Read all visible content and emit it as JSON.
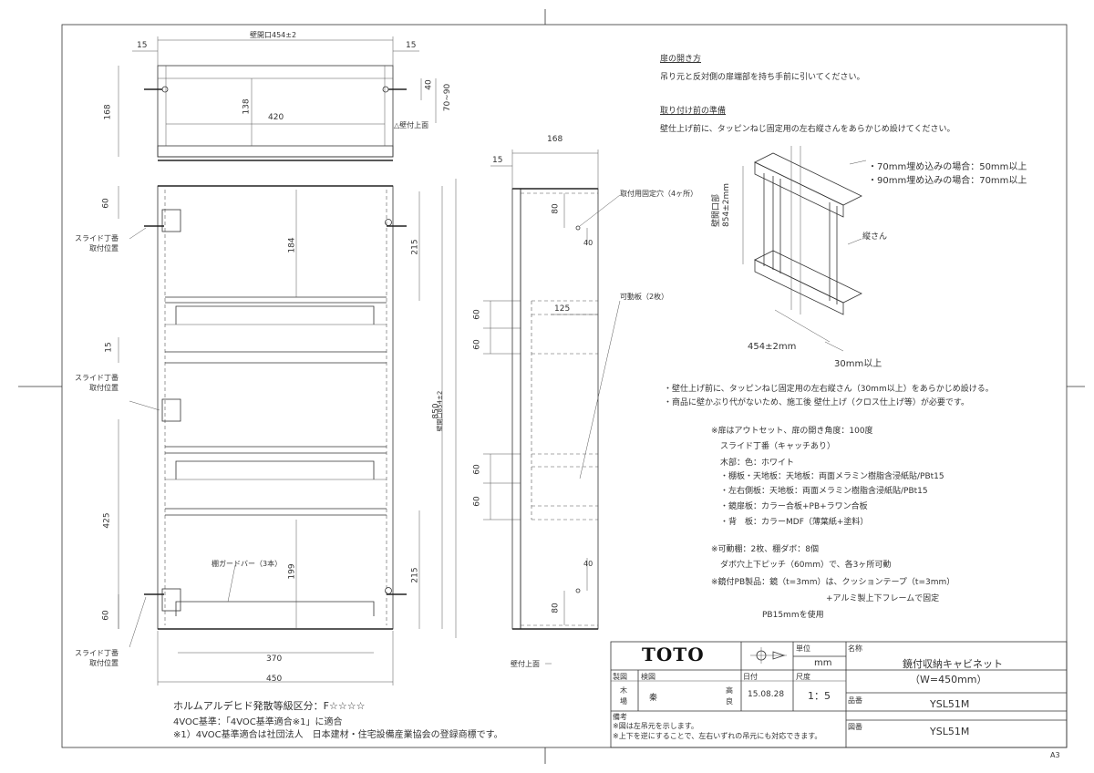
{
  "front_view": {
    "dim_opening_width": "壁開口454±2",
    "dim_15_left": "15",
    "dim_15_right": "15",
    "dim_168": "168",
    "dim_138": "138",
    "dim_420": "420",
    "dim_40": "40",
    "dim_70_90": "70~90",
    "wall_face_label": "△壁付上面",
    "dim_60_top": "60",
    "dim_184": "184",
    "dim_215_top": "215",
    "dim_850": "850",
    "dim_opening_height": "壁開口854±2",
    "dim_15_mid": "15",
    "dim_425": "425",
    "dim_199": "199",
    "dim_215_bottom": "215",
    "dim_60_bottom": "60",
    "dim_370": "370",
    "dim_450": "450",
    "hinge_label_1a": "スライド丁番",
    "hinge_label_1b": "取付位置",
    "hinge_label_2a": "スライド丁番",
    "hinge_label_2b": "取付位置",
    "hinge_label_3a": "スライド丁番",
    "hinge_label_3b": "取付位置",
    "guard_bar_label": "棚ガードバー（3本）"
  },
  "side_view": {
    "dim_168": "168",
    "dim_15": "15",
    "fix_hole_label": "取付用固定穴（4ヶ所）",
    "dim_80_top": "80",
    "dim_40_top": "40",
    "movable_shelf_label": "可動板（2枚）",
    "dim_125": "125",
    "dim_60_a": "60",
    "dim_60_b": "60",
    "dim_60_c": "60",
    "dim_60_d": "60",
    "dim_40_bottom": "40",
    "dim_80_bottom": "80",
    "wall_face_label": "壁付上面"
  },
  "iso_view": {
    "dim_70mm": "・70mm埋め込みの場合：50mm以上",
    "dim_90mm": "・90mm埋め込みの場合：70mm以上",
    "opening_label_a": "壁開口部",
    "opening_label_b": "854±2mm",
    "stud_label": "縦さん",
    "dim_width": "454±2mm",
    "dim_30": "30mm以上"
  },
  "notes": {
    "door_heading": "扉の開き方",
    "door_text": "吊り元と反対側の扉端部を持ち手前に引いてください。",
    "prep_heading": "取り付け前の準備",
    "prep_text": "壁仕上げ前に、タッピンねじ固定用の左右縦さんをあらかじめ設けてください。",
    "bullet_1": "・壁仕上げ前に、タッピンねじ固定用の左右縦さん（30mm以上）をあらかじめ設ける。",
    "bullet_2": "・商品に壁かぶり代がないため、施工後 壁仕上げ（クロス仕上げ等）が必要です。",
    "spec_1": "※扉はアウトセット、扉の開き角度：100度",
    "spec_2": "スライド丁番（キャッチあり）",
    "spec_3": "木部：色：ホワイト",
    "spec_4": "・棚板・天地板：天地板：両面メラミン樹脂含浸紙貼/PBt15",
    "spec_5": "・左右側板：天地板：両面メラミン樹脂含浸紙貼/PBt15",
    "spec_6": "・鏡扉板：カラー合板+PB+ラワン合板",
    "spec_7": "・背　板：カラーMDF（薄葉紙+塗料）",
    "spec_8": "※可動棚：2枚、棚ダボ：8個",
    "spec_9": "ダボ穴上下ピッチ（60mm）で、各3ヶ所可動",
    "spec_10": "※鏡付PB製品：鏡（t=3mm）は、クッションテープ（t=3mm）",
    "spec_11": "+アルミ製上下フレームで固定",
    "spec_12": "PB15mmを使用",
    "voc_1": "ホルムアルデヒド発散等級区分：F☆☆☆☆",
    "voc_2": "4VOC基準：「4VOC基準適合※1」に適合",
    "voc_3": "※1）4VOC基準適合は社団法人　日本建材・住宅設備産業協会の登録商標です。"
  },
  "title_block": {
    "brand": "TOTO",
    "unit_label": "単位",
    "unit_value": "mm",
    "name_label": "名称",
    "name_value_1": "鏡付収納キャビネット",
    "name_value_2": "（W=450mm）",
    "draw_label": "製図",
    "check_label": "検図",
    "date_label": "日付",
    "scale_label": "尺度",
    "drafter_1": "木",
    "drafter_2": "場",
    "checker_1": "秦",
    "checker_2": "高",
    "checker_3": "良",
    "date_value": "15.08.28",
    "scale_value": "1：5",
    "product_label": "品番",
    "product_value": "YSL51M",
    "remarks_label": "備考",
    "remark_1": "※図は左吊元を示します。",
    "remark_2": "※上下を逆にすることで、左右いずれの吊元にも対応できます。",
    "drawing_label": "図番",
    "drawing_value": "YSL51M",
    "sheet_size": "A3"
  }
}
